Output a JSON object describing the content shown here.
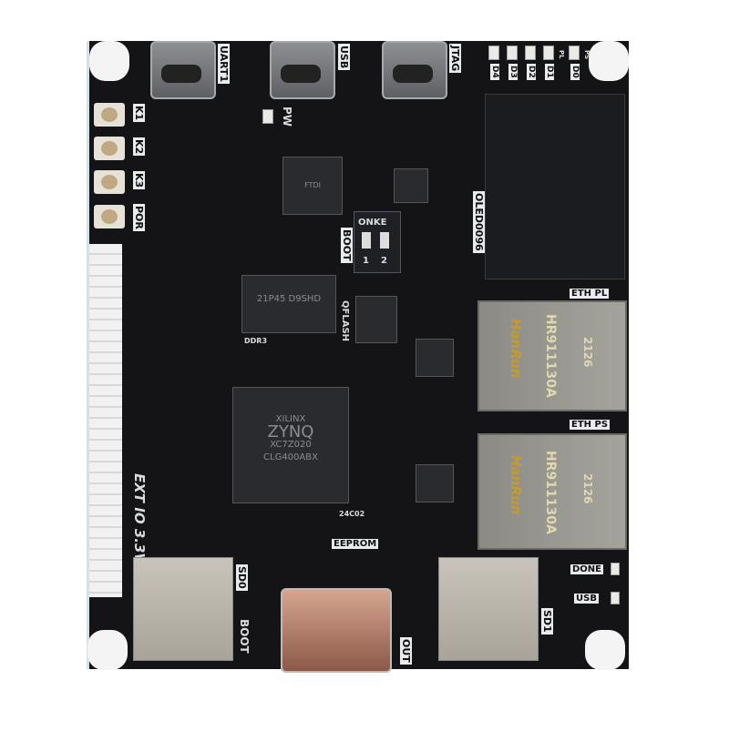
{
  "board": {
    "connectors": {
      "uart": "UART1",
      "usb": "USB",
      "jtag": "JTAG",
      "hdmi_out": "OUT"
    },
    "leds": [
      "D4",
      "D3",
      "D2",
      "D1",
      "D0"
    ],
    "led_group_labels": {
      "pl": "PL",
      "ps": "PS"
    },
    "power_led": "PW",
    "buttons": [
      "K1",
      "K2",
      "K3",
      "POR"
    ],
    "oled": "OLED0096",
    "boot_switch": {
      "label": "BOOT",
      "brand": "ONKE",
      "positions": [
        "1",
        "2"
      ]
    },
    "chips": {
      "ftdi": "FTDI",
      "ddr3": "DDR3",
      "ddr3_marking": "21P45 D9SHD",
      "qflash": "QFLASH",
      "soc_brand": "XILINX",
      "soc_name": "ZYNQ",
      "soc_part": "XC7Z020",
      "soc_package": "CLG400ABX",
      "eeprom": "EEPROM",
      "eeprom_part": "24C02"
    },
    "ethernet": [
      {
        "label": "ETH PL",
        "brand": "HanRun",
        "part": "HR911130A",
        "code": "2126"
      },
      {
        "label": "ETH PS",
        "brand": "HanRun",
        "part": "HR911130A",
        "code": "2126"
      }
    ],
    "ext_io": "EXT IO 3.3V",
    "sd": {
      "sd0": "SD0",
      "sd1": "SD1",
      "boot": "BOOT"
    },
    "status_leds": [
      "DONE",
      "USB"
    ]
  }
}
